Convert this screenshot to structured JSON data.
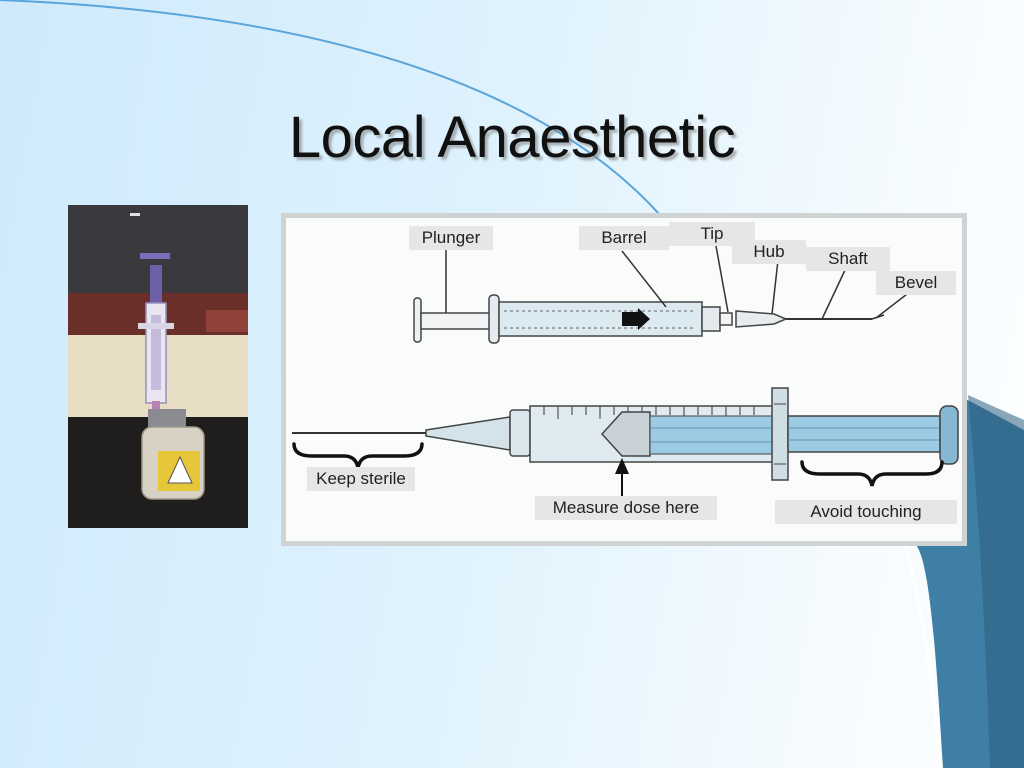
{
  "slide": {
    "title": "Local Anaesthetic"
  },
  "diagram": {
    "labels": {
      "plunger": "Plunger",
      "barrel": "Barrel",
      "tip": "Tip",
      "hub": "Hub",
      "shaft": "Shaft",
      "bevel": "Bevel",
      "keep_sterile": "Keep sterile",
      "measure_dose": "Measure dose here",
      "avoid_touching": "Avoid touching"
    }
  },
  "colors": {
    "decor_blue": "#3f7fa6",
    "decor_dark": "#2d5f80",
    "syringe_fill": "#9ccbe4",
    "label_bg": "#e6e6e6"
  }
}
